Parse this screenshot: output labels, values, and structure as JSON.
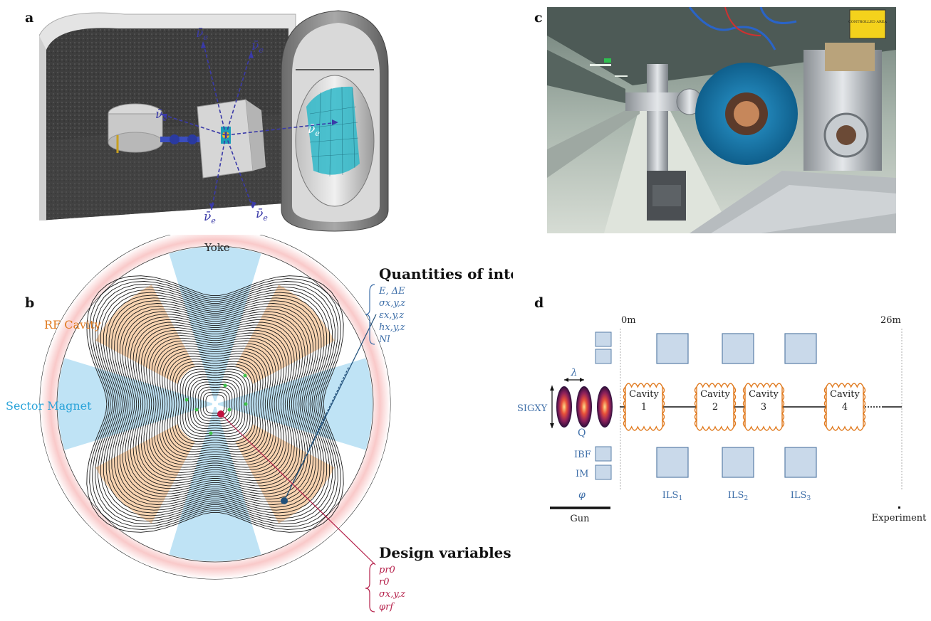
{
  "panels": {
    "a": {
      "label": "a",
      "neutrino_label": "ν̄",
      "neutrino_subscript": "e"
    },
    "b": {
      "label": "b",
      "yoke": "Yoke",
      "rf_cavity": "RF Cavity",
      "sector_magnet": "Sector Magnet",
      "quantities_title": "Quantities of interest",
      "quantities": [
        "E, ΔE",
        "σx,y,z",
        "εx,y,z",
        "hx,y,z",
        "Nl"
      ],
      "design_title": "Design variables",
      "design": [
        "pr0",
        "r0",
        "σx,y,z",
        "φrf"
      ]
    },
    "c": {
      "label": "c",
      "sign_text": "CONTROLLED AREA"
    },
    "d": {
      "label": "d",
      "start_pos": "0m",
      "end_pos": "26m",
      "lambda": "λ",
      "sigxy": "SIGXY",
      "q": "Q",
      "ibf": "IBF",
      "im": "IM",
      "phi": "φ",
      "gun": "Gun",
      "experiment": "Experiment",
      "cavities": [
        {
          "title": "Cavity",
          "num": "1"
        },
        {
          "title": "Cavity",
          "num": "2"
        },
        {
          "title": "Cavity",
          "num": "3"
        },
        {
          "title": "Cavity",
          "num": "4"
        }
      ],
      "ils": [
        "ILS1",
        "ILS2",
        "ILS3"
      ],
      "dots": "......"
    }
  },
  "colors": {
    "blue_text": "#3d6ea8",
    "magenta": "#b5204a",
    "orange": "#e07a1f",
    "light_blue": "#c9d9ea",
    "sector_blue": "#bfe3f5",
    "rf_orange": "#f8d3b0",
    "neutrino_blue": "#3a3aa8"
  }
}
